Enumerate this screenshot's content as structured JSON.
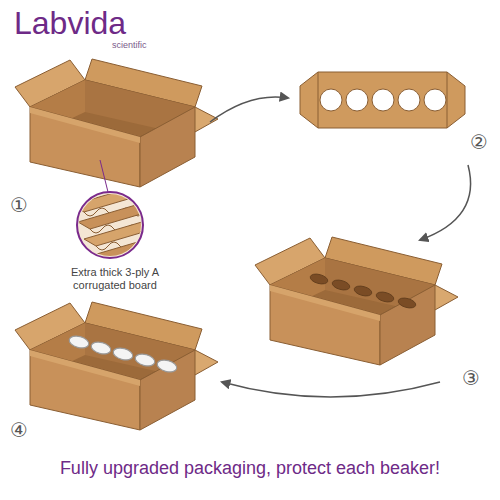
{
  "diagram": {
    "caption": "Fully upgraded packaging, protect each beaker!",
    "labels": [
      "Labvida",
      "scientific",
      "①",
      "Extra thick 3-ply A corrugated board",
      "②",
      "③",
      "④"
    ]
  }
}
